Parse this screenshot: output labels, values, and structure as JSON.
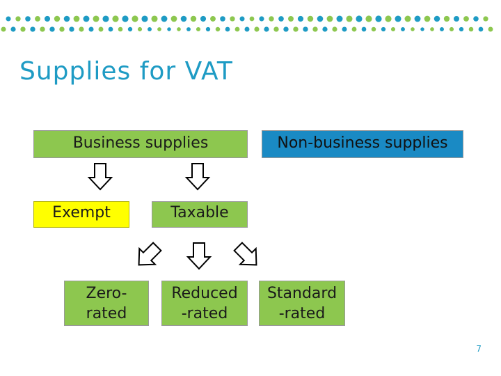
{
  "slide": {
    "title": "Supplies for VAT",
    "page_number": "7"
  },
  "colors": {
    "accent": "#1e9bc4",
    "dot_colors": [
      "#1e9bc4",
      "#8dc74f"
    ],
    "green_box": "#8dc74f",
    "yellow_box": "#ffff00",
    "blue_box": "#1a8ac4"
  },
  "boxes": {
    "business": "Business supplies",
    "non_business": "Non-business supplies",
    "exempt": "Exempt",
    "taxable": "Taxable",
    "zero_rated": [
      "Zero-",
      "rated"
    ],
    "reduced_rated": [
      "Reduced",
      "-rated"
    ],
    "standard_rated": [
      "Standard",
      "-rated"
    ]
  },
  "arrows": [
    {
      "from": "business",
      "to": "exempt"
    },
    {
      "from": "business",
      "to": "taxable"
    },
    {
      "from": "taxable",
      "to": "zero_rated"
    },
    {
      "from": "taxable",
      "to": "reduced_rated"
    },
    {
      "from": "taxable",
      "to": "standard_rated"
    }
  ]
}
